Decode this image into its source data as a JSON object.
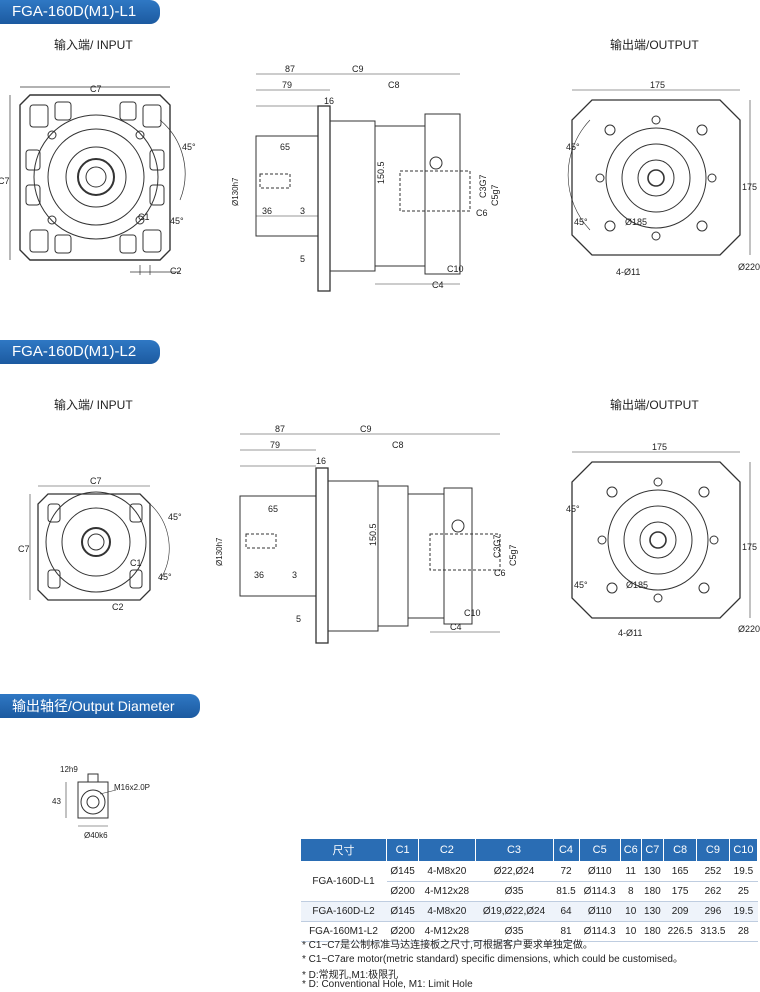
{
  "section1": {
    "title": "FGA-160D(M1)-L1",
    "input_label": "输入端/ INPUT",
    "output_label": "输出端/OUTPUT"
  },
  "section2": {
    "title": "FGA-160D(M1)-L2",
    "input_label": "输入端/ INPUT",
    "output_label": "输出端/OUTPUT"
  },
  "section3": {
    "title": "输出轴径/Output Diameter"
  },
  "dims": {
    "c7": "C7",
    "c2": "C2",
    "c1": "C1",
    "c9": "C9",
    "c8": "C8",
    "c4": "C4",
    "c10": "C10",
    "c6": "C6",
    "c5": "C5g7",
    "c3": "C3G7",
    "deg45": "45°",
    "d87": "87",
    "d79": "79",
    "d16": "16",
    "d65": "65",
    "d36": "36",
    "d3": "3",
    "d5": "5",
    "d150": "150.5",
    "d130": "Ø130h7",
    "d175": "175",
    "d185": "Ø185",
    "d11": "4-Ø11",
    "d220": "Ø220",
    "shaft_key": "12h9",
    "shaft_h": "43",
    "shaft_thread": "M16x2.0P",
    "shaft_d": "Ø40k6"
  },
  "table": {
    "headers": [
      "尺寸",
      "C1",
      "C2",
      "C3",
      "C4",
      "C5",
      "C6",
      "C7",
      "C8",
      "C9",
      "C10"
    ],
    "rows": [
      [
        "FGA-160D-L1",
        "Ø145",
        "4-M8x20",
        "Ø22,Ø24",
        "72",
        "Ø110",
        "11",
        "130",
        "165",
        "252",
        "19.5"
      ],
      [
        "",
        "Ø200",
        "4-M12x28",
        "Ø35",
        "81.5",
        "Ø114.3",
        "8",
        "180",
        "175",
        "262",
        "25"
      ],
      [
        "FGA-160D-L2",
        "Ø145",
        "4-M8x20",
        "Ø19,Ø22,Ø24",
        "64",
        "Ø110",
        "10",
        "130",
        "209",
        "296",
        "19.5"
      ],
      [
        "FGA-160M1-L2",
        "Ø200",
        "4-M12x28",
        "Ø35",
        "81",
        "Ø114.3",
        "10",
        "180",
        "226.5",
        "313.5",
        "28"
      ]
    ]
  },
  "notes": [
    "* C1~C7是公制标准马达连接板之尺寸,可根据客户要求单独定做。",
    "* C1~C7are motor(metric standard)  specific dimensions, which could be customised。",
    "* D:常规孔,M1:极限孔",
    "* D: Conventional Hole, M1: Limit Hole"
  ]
}
